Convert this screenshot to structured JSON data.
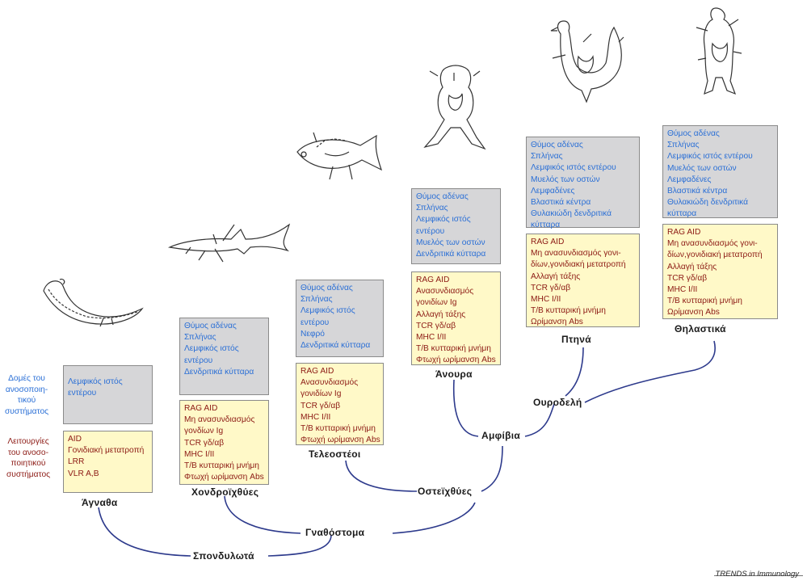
{
  "row_labels": {
    "structures": [
      "Δομές του",
      "ανοσοποιη-",
      "τικού",
      "συστήματος"
    ],
    "functions": [
      "Λειτουργίες",
      "του ανοσο-",
      "ποιητικού",
      "συστήματος"
    ]
  },
  "taxa": [
    {
      "name": "Άγναθα",
      "structures": [
        "Λεμφικός ιστός",
        "εντέρου"
      ],
      "functions": [
        "AID",
        "Γονιδιακή μετατροπή",
        "LRR",
        "VLR A,B"
      ]
    },
    {
      "name": "Χονδροϊχθύες",
      "structures": [
        "Θύμος αδένας",
        "Σπλήνας",
        "Λεμφικός ιστός",
        "εντέρου",
        "Δενδριτικά κύτταρα"
      ],
      "functions": [
        "RAG AID",
        "Μη ανασυνδιασμός",
        "γονδίων Ig",
        "TCR γδ/αβ",
        "MHC I/II",
        "T/B κυτταρική μνήμη",
        "Φτωχή ωρίμανση Abs"
      ]
    },
    {
      "name": "Τελεοστέοι",
      "structures": [
        "Θύμος αδένας",
        "Σπλήνας",
        "Λεμφικός ιστός",
        "εντέρου",
        "Νεφρό",
        "Δενδριτικά κύτταρα"
      ],
      "functions": [
        "RAG AID",
        "Ανασυνδιασμός",
        "γονιδίων Ig",
        "TCR γδ/αβ",
        "MHC I/II",
        "T/B κυτταρική μνήμη",
        "Φτωχή ωρίμανση Abs"
      ]
    },
    {
      "name": "Άνουρα",
      "structures": [
        "Θύμος αδένας",
        "Σπλήνας",
        "Λεμφικός ιστός",
        "εντέρου",
        "Μυελός των οστών",
        "Δενδριτικά κύτταρα"
      ],
      "functions": [
        "RAG AID",
        "Ανασυνδιασμός",
        "γονιδίων Ig",
        "Αλλαγή τάξης",
        "TCR γδ/αβ",
        "MHC I/II",
        "T/B κυτταρική μνήμη",
        "Φτωχή ωρίμανση Abs"
      ]
    },
    {
      "name": "Πτηνά",
      "structures": [
        "Θύμος αδένας",
        "Σπλήνας",
        "Λεμφικός ιστός εντέρου",
        "Μυελός των οστών",
        "Λεμφαδένες",
        "Βλαστικά κέντρα",
        "Θυλακιώδη δενδριτικά",
        "κύτταρα"
      ],
      "functions": [
        "RAG AID",
        "Μη ανασυνδιασμός γονι-",
        "δίων,γονιδιακή μετατροπή",
        "Αλλαγή τάξης",
        "TCR γδ/αβ",
        "MHC I/II",
        "T/B κυτταρική μνήμη",
        " Ωρίμανση Abs"
      ]
    },
    {
      "name": "Θηλαστικά",
      "structures": [
        "Θύμος αδένας",
        "Σπλήνας",
        "Λεμφικός ιστός εντέρου",
        "Μυελός των οστών",
        "Λεμφαδένες",
        "Βλαστικά κέντρα",
        "Θυλακιώδη δενδριτικά",
        "κύτταρα"
      ],
      "functions": [
        "RAG AID",
        "Μη ανασυνδιασμός γονι-",
        "δίων,γονιδιακή μετατροπή",
        "Αλλαγή τάξης",
        "TCR γδ/αβ",
        "MHC I/II",
        "T/B κυτταρική μνήμη",
        " Ωρίμανση Abs"
      ]
    }
  ],
  "clades": {
    "vertebrates": "Σπονδυλωτά",
    "gnathostomes": "Γναθόστομα",
    "osteichthyes": "Οστεϊχθύες",
    "amphibians": "Αμφίβια",
    "urodeles": "Ουροδελή"
  },
  "credit": "TRENDS in Immunology",
  "colors": {
    "structure_text": "#2a6fd6",
    "function_text": "#8c1a14",
    "structure_box": "#d6d6d8",
    "function_box": "#fff9c8",
    "tree_line": "#2d3a8c"
  }
}
